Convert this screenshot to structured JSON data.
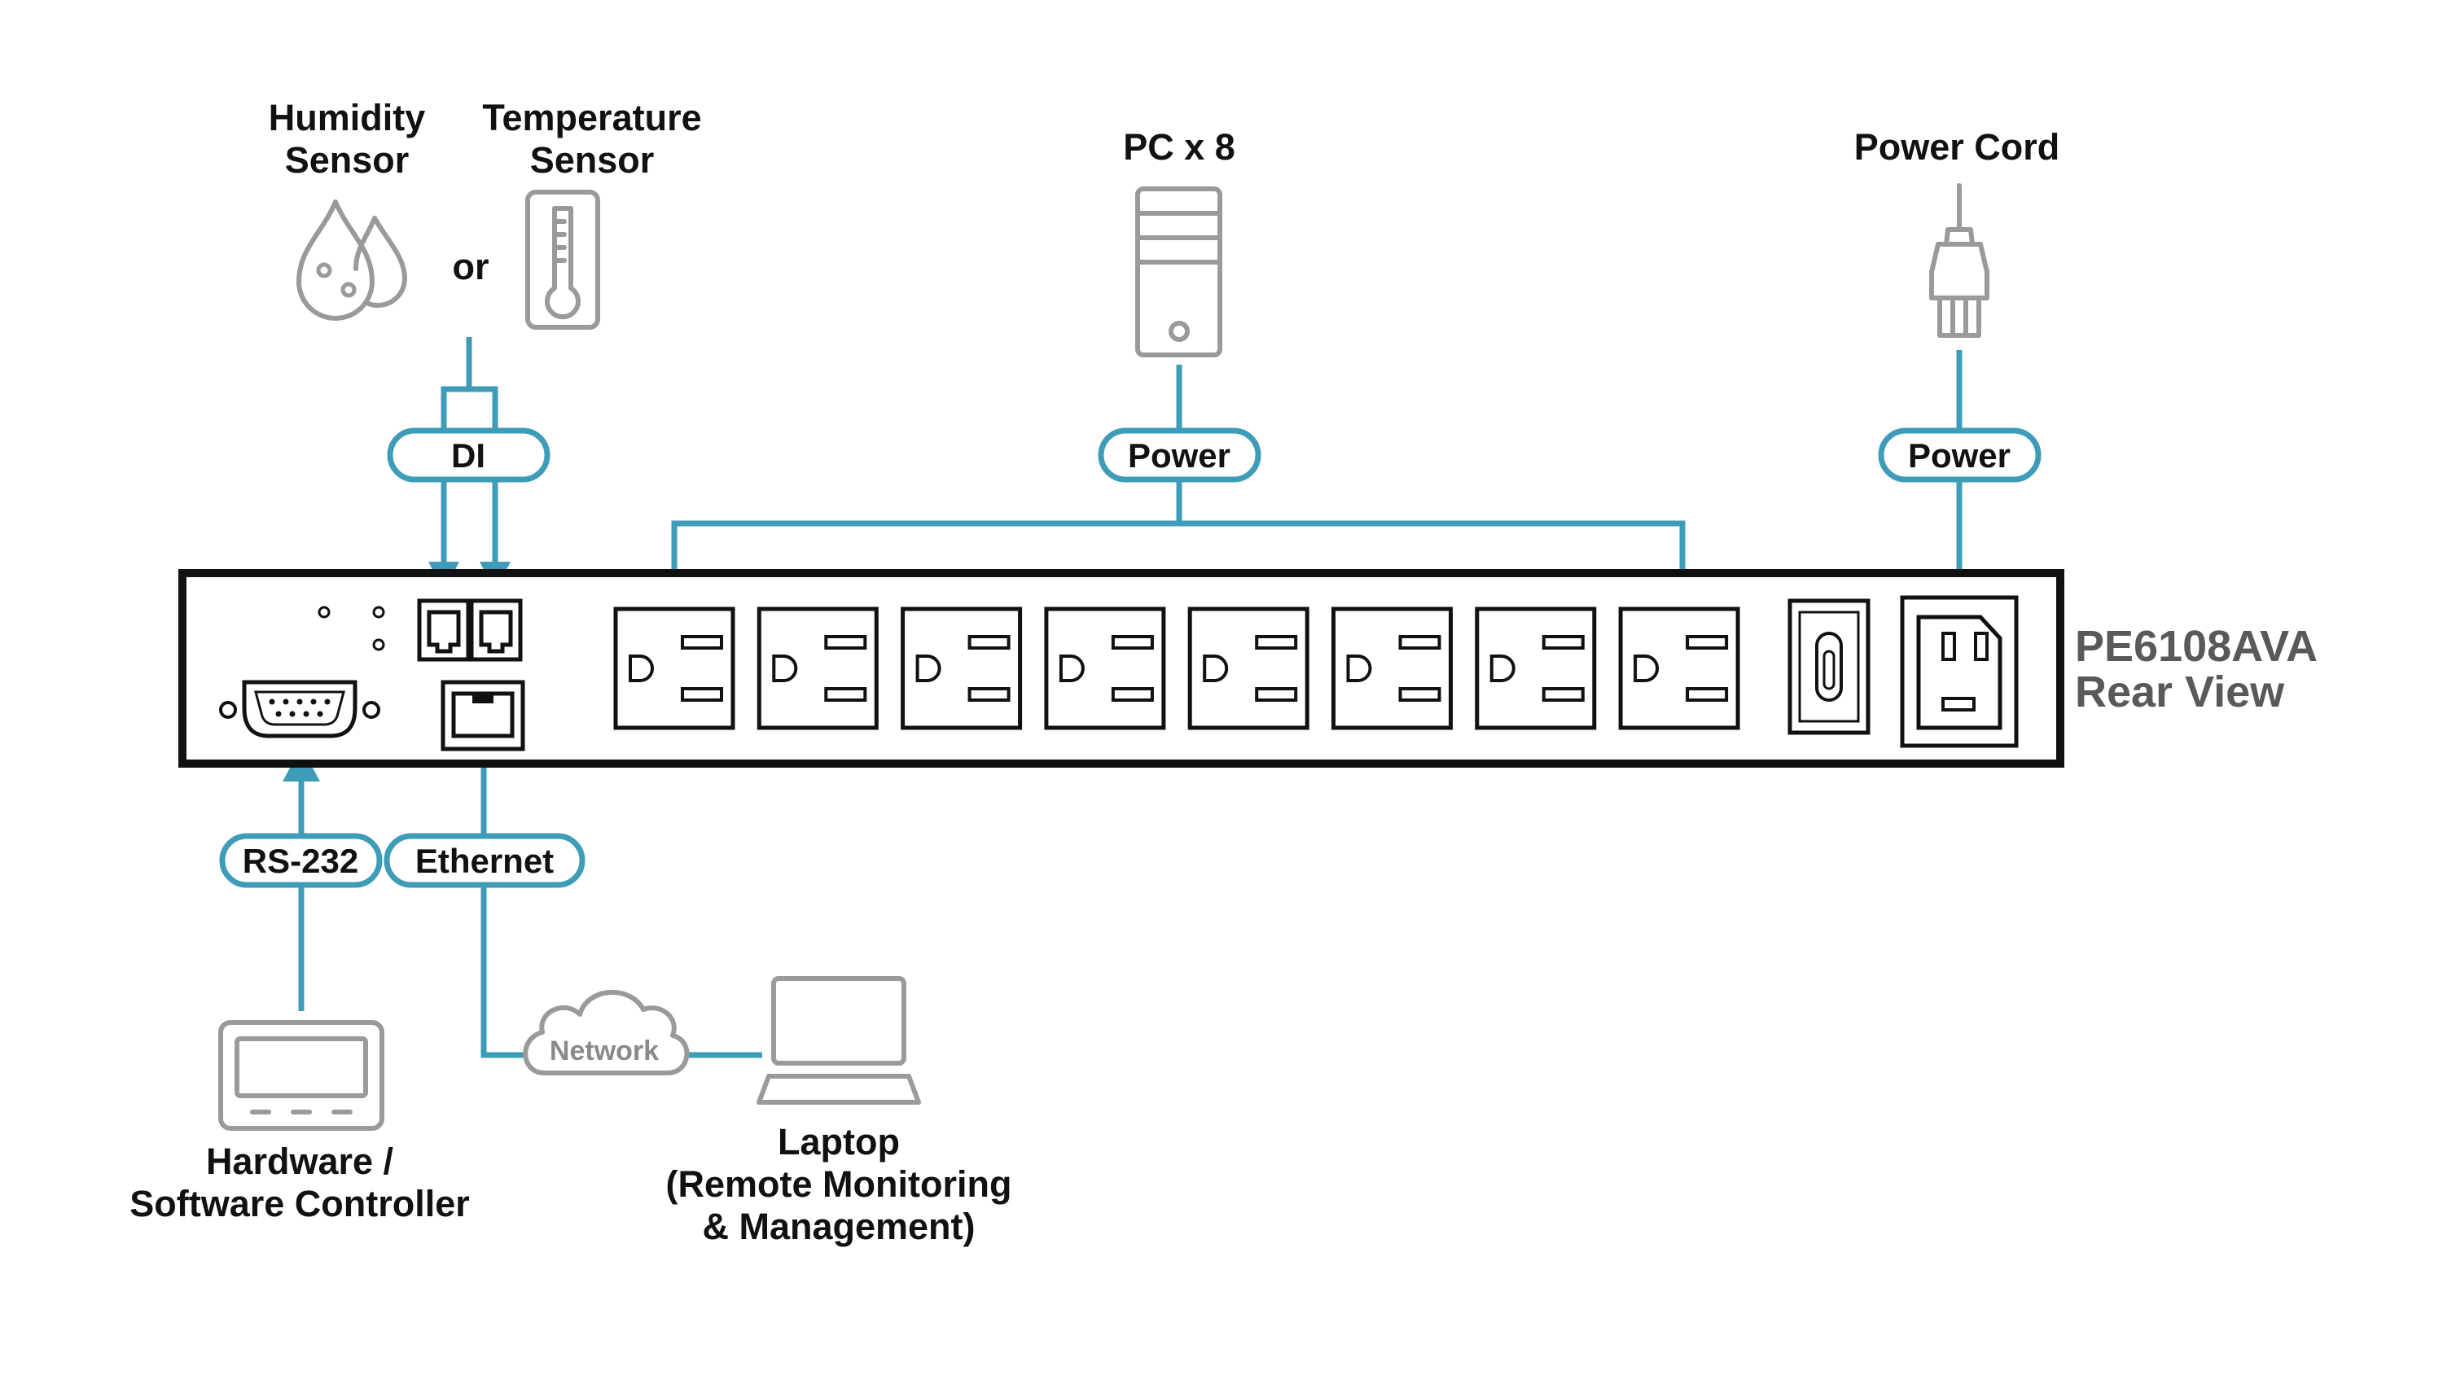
{
  "sensors": {
    "humidity": [
      "Humidity",
      "Sensor"
    ],
    "or": "or",
    "temperature": [
      "Temperature",
      "Sensor"
    ]
  },
  "pc": {
    "label": "PC x 8"
  },
  "power_cord": {
    "label": "Power Cord"
  },
  "interfaces": {
    "di": "DI",
    "power_outlets": "Power",
    "power_inlet": "Power",
    "rs232": "RS-232",
    "ethernet": "Ethernet"
  },
  "device": {
    "model": "PE6108AVA",
    "view": "Rear View",
    "outlet_count": 8
  },
  "network": {
    "label": "Network"
  },
  "controller": {
    "label": [
      "Hardware /",
      "Software Controller"
    ]
  },
  "laptop": {
    "label": [
      "Laptop",
      "(Remote Monitoring",
      "& Management)"
    ]
  },
  "colors": {
    "connector": "#3f9cb8",
    "icon": "#9a9a9a",
    "device_outline": "#111111",
    "model_text": "#58595b"
  },
  "icons": [
    "humidity-drops-icon",
    "thermometer-icon",
    "pc-tower-icon",
    "power-plug-icon",
    "monitor-icon",
    "cloud-icon",
    "laptop-icon"
  ]
}
